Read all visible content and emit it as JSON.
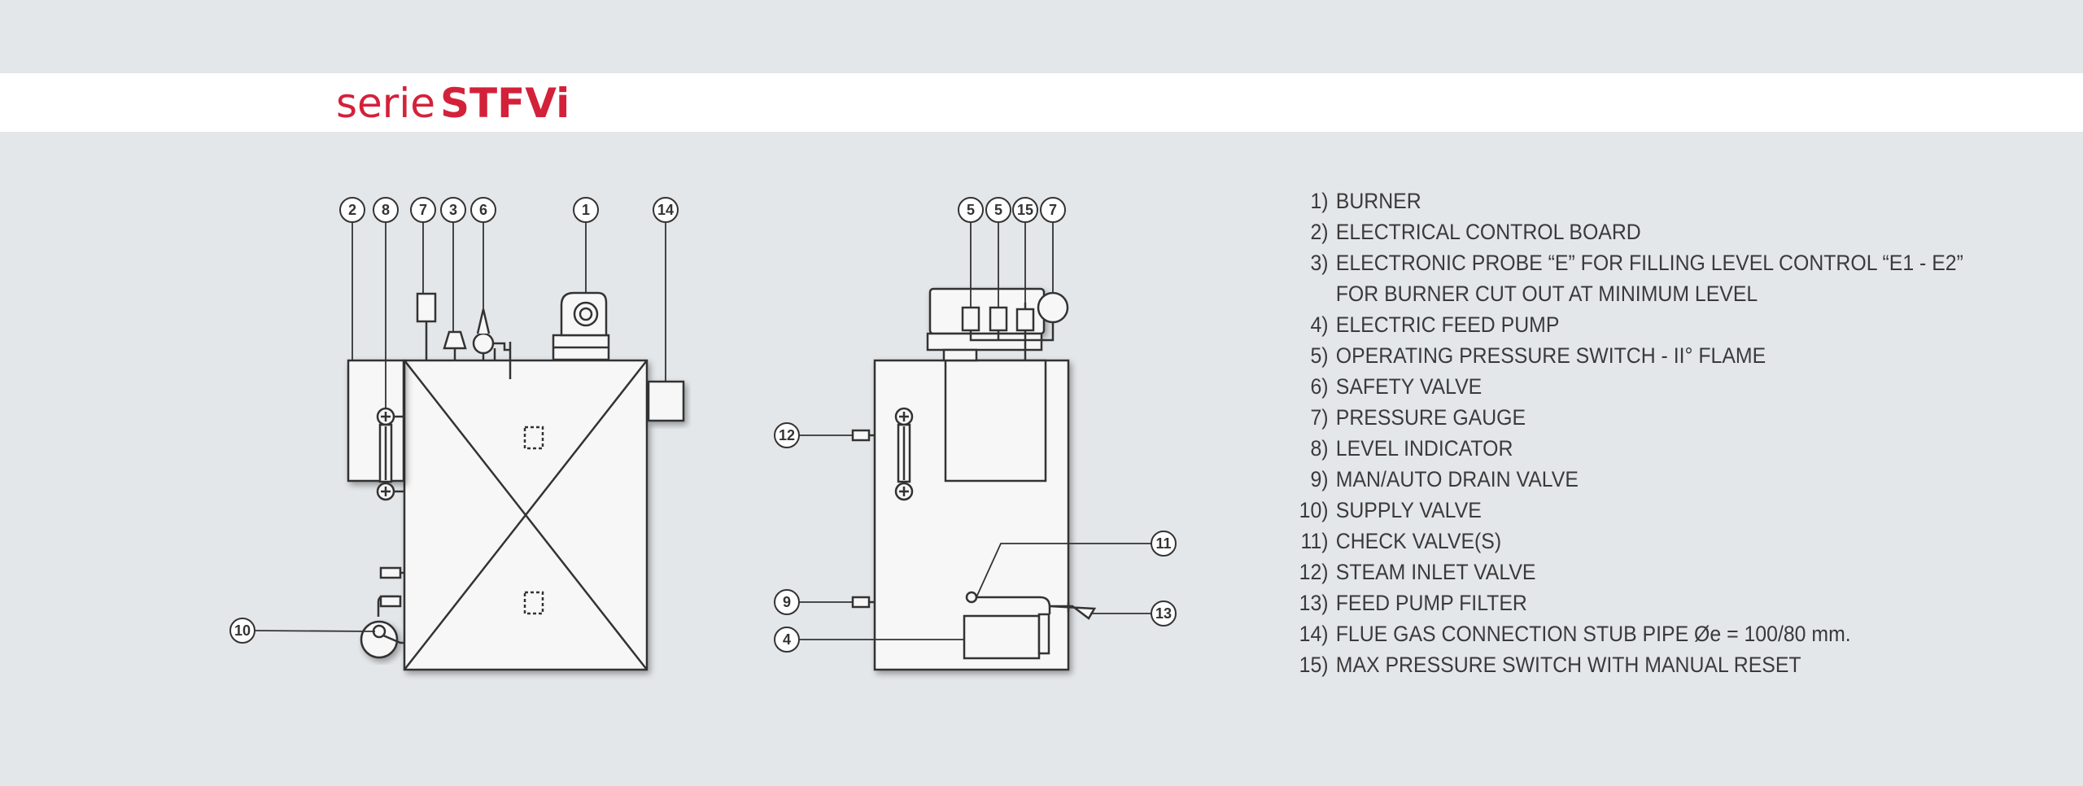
{
  "header": {
    "serie_label": "serie",
    "model_label": "STFVi"
  },
  "colors": {
    "brand_red": "#d4213a",
    "line": "#333333",
    "background": "#e4e7ea"
  },
  "callouts_left_view": [
    "2",
    "8",
    "7",
    "3",
    "6",
    "1",
    "14",
    "10"
  ],
  "callouts_right_view": [
    "5",
    "5",
    "15",
    "7",
    "12",
    "11",
    "9",
    "13",
    "4"
  ],
  "legend": [
    {
      "num": "1)",
      "text": "BURNER"
    },
    {
      "num": "2)",
      "text": "ELECTRICAL CONTROL BOARD"
    },
    {
      "num": "3)",
      "text": "ELECTRONIC PROBE “E” FOR FILLING LEVEL CONTROL “E1 - E2”"
    },
    {
      "num": "",
      "text": "FOR BURNER CUT OUT AT MINIMUM LEVEL"
    },
    {
      "num": "4)",
      "text": "ELECTRIC FEED PUMP"
    },
    {
      "num": "5)",
      "text": "OPERATING PRESSURE SWITCH - II° FLAME"
    },
    {
      "num": "6)",
      "text": "SAFETY VALVE"
    },
    {
      "num": "7)",
      "text": "PRESSURE GAUGE"
    },
    {
      "num": "8)",
      "text": "LEVEL INDICATOR"
    },
    {
      "num": "9)",
      "text": "MAN/AUTO DRAIN VALVE"
    },
    {
      "num": "10)",
      "text": "SUPPLY VALVE"
    },
    {
      "num": "11)",
      "text": "CHECK VALVE(S)"
    },
    {
      "num": "12)",
      "text": "STEAM INLET VALVE"
    },
    {
      "num": "13)",
      "text": "FEED PUMP FILTER"
    },
    {
      "num": "14)",
      "text": "FLUE GAS CONNECTION STUB PIPE Øe = 100/80 mm."
    },
    {
      "num": "15)",
      "text": "MAX PRESSURE SWITCH WITH MANUAL RESET"
    }
  ]
}
